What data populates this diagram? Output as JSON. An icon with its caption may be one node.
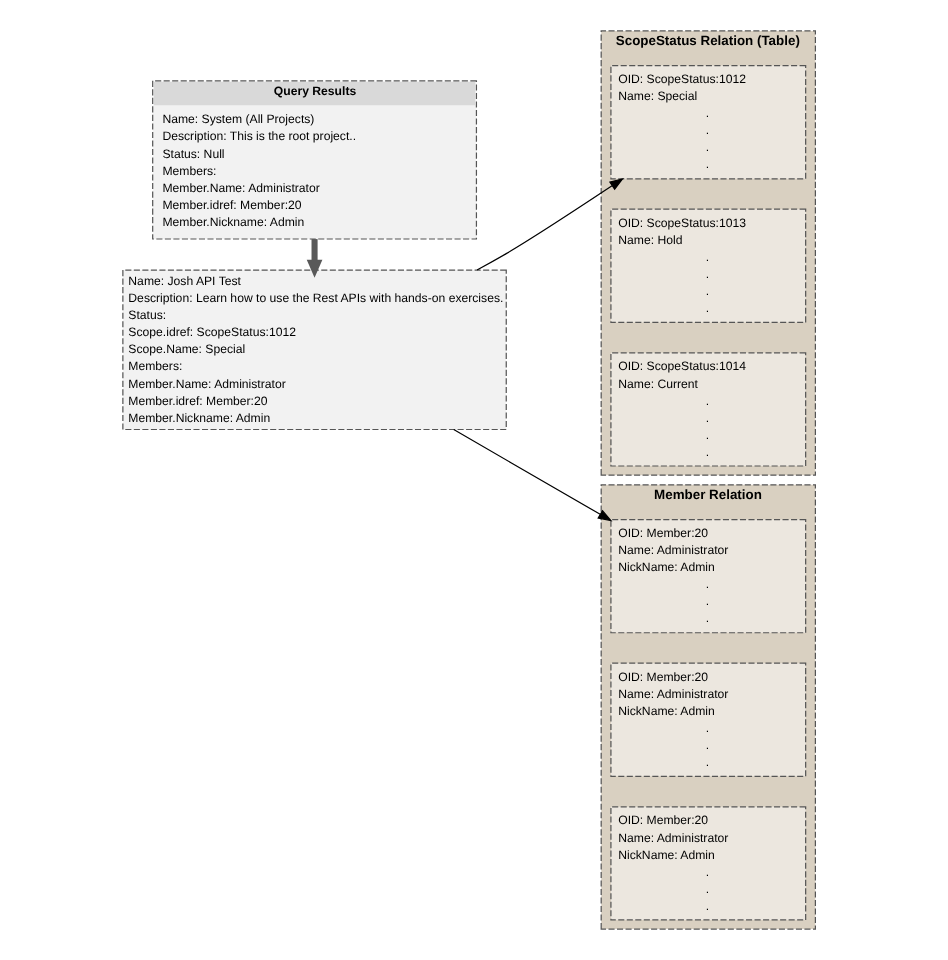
{
  "diagram": {
    "nodes": [
      {
        "text": [
          "Query Results",
          "Name: System (All Projects)",
          "Description: This is the root project..",
          "Status: Null",
          "Members:",
          "Member.Name: Administrator",
          "Member.idref: Member:20",
          "Member.Nickname: Admin"
        ]
      },
      {
        "text": [
          "Name: Josh API Test",
          "Description: Learn how to use the Rest APIs with hands-on exercises.",
          "Status:",
          "Scope.idref: ScopeStatus:1012",
          "Scope.Name: Special",
          "Members:",
          "Member.Name: Administrator",
          "Member.idref: Member:20",
          "Member.Nickname: Admin"
        ]
      },
      {
        "text": [
          "ScopeStatus Relation (Table)"
        ]
      },
      {
        "text": [
          "OID: ScopeStatus:1012",
          "Name: Special",
          ".",
          ".",
          ".",
          "."
        ],
        "in": 2
      },
      {
        "text": [
          "OID: ScopeStatus:1013",
          "Name: Hold",
          ".",
          ".",
          ".",
          "."
        ],
        "in": 2
      },
      {
        "text": [
          "OID: ScopeStatus:1014",
          "Name: Current",
          ".",
          ".",
          ".",
          "."
        ],
        "in": 2
      },
      {
        "text": [
          "Member Relation"
        ]
      },
      {
        "text": [
          "OID: Member:20",
          "Name: Administrator",
          "NickName: Admin",
          ".",
          ".",
          "."
        ],
        "in": 6
      },
      {
        "text": [
          "OID: Member:20",
          "Name: Administrator",
          "NickName: Admin",
          ".",
          ".",
          "."
        ],
        "in": 6
      },
      {
        "text": [
          "OID: Member:20",
          "Name: Administrator",
          "NickName: Admin",
          ".",
          ".",
          "."
        ],
        "in": 6
      }
    ],
    "edges": [
      {
        "from": 0,
        "to": 1,
        "arrow": "to",
        "style": "thick"
      },
      {
        "from": 1,
        "to": 3,
        "arrow": "to"
      },
      {
        "from": 1,
        "to": 7,
        "arrow": "to"
      }
    ]
  }
}
